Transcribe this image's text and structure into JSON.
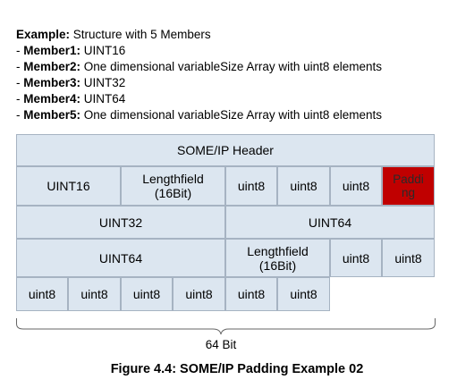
{
  "description": {
    "example_label": "Example:",
    "example_text": "Structure with 5 Members",
    "members": [
      {
        "prefix": "- ",
        "label": "Member1:",
        "text": "UINT16"
      },
      {
        "prefix": "- ",
        "label": "Member2:",
        "text": "One dimensional variableSize Array with uint8 elements"
      },
      {
        "prefix": "- ",
        "label": "Member3:",
        "text": "UINT32"
      },
      {
        "prefix": "- ",
        "label": "Member4:",
        "text": "UINT64"
      },
      {
        "prefix": "- ",
        "label": "Member5:",
        "text": "One dimensional variableSize Array with uint8 elements"
      }
    ]
  },
  "layout": {
    "header": "SOME/IP Header",
    "row1": [
      "UINT16",
      "Lengthfield (16Bit)",
      "uint8",
      "uint8",
      "uint8",
      "Padding"
    ],
    "row2": [
      "UINT32",
      "UINT64"
    ],
    "row3": [
      "UINT64",
      "Lengthfield (16Bit)",
      "uint8",
      "uint8"
    ],
    "row4": [
      "uint8",
      "uint8",
      "uint8",
      "uint8",
      "uint8",
      "uint8"
    ]
  },
  "colors": {
    "cell_fill": "#dce6f0",
    "padding_fill": "#c00000"
  },
  "width_label": "64 Bit",
  "caption": "Figure 4.4: SOME/IP Padding Example 02"
}
